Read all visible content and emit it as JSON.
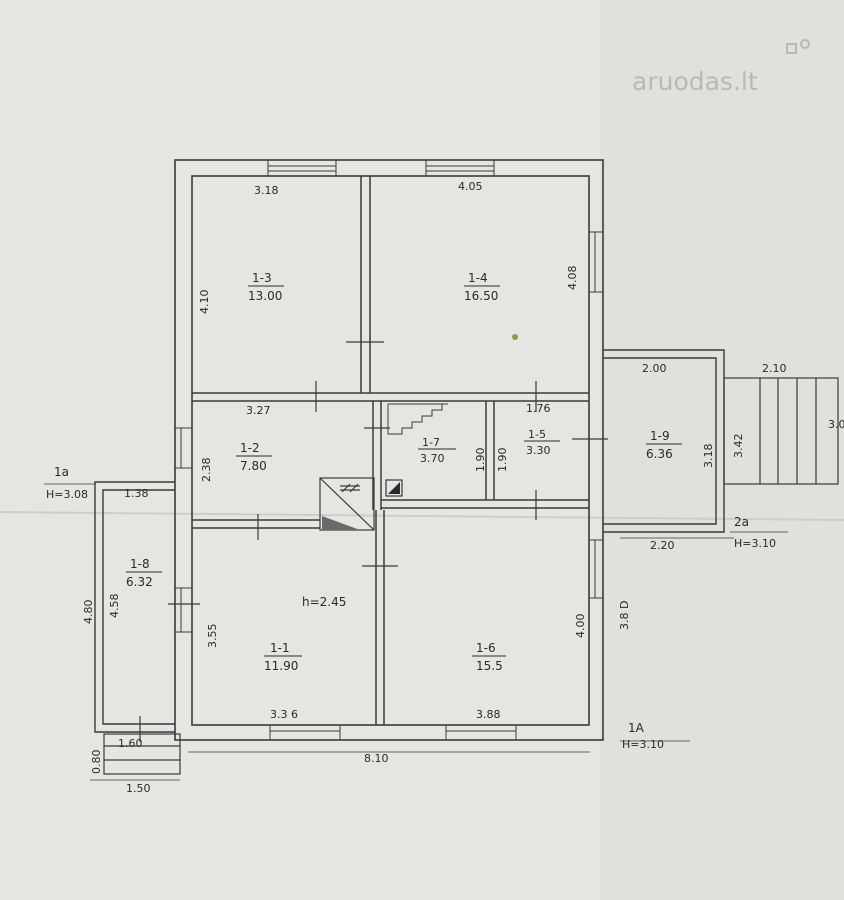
{
  "watermark": "aruodas.lt",
  "rooms": [
    {
      "id": "1-3",
      "area": "13.00"
    },
    {
      "id": "1-4",
      "area": "16.50"
    },
    {
      "id": "1-2",
      "area": "7.80"
    },
    {
      "id": "1-7",
      "area": "3.70"
    },
    {
      "id": "1-5",
      "area": "3.30"
    },
    {
      "id": "1-9",
      "area": "6.36"
    },
    {
      "id": "1-8",
      "area": "6.32"
    },
    {
      "id": "1-1",
      "area": "11.90"
    },
    {
      "id": "1-6",
      "area": "15.5"
    }
  ],
  "dimensions": {
    "d_318": "3.18",
    "d_405": "4.05",
    "d_410": "4.10",
    "d_408": "4.08",
    "d_327": "3.27",
    "d_176": "1.76",
    "d_238": "2.38",
    "d_190a": "1.90",
    "d_190b": "1.90",
    "d_200": "2.00",
    "d_210": "2.10",
    "d_318b": "3.18",
    "d_342": "3.42",
    "d_220": "2.20",
    "d_138": "1.38",
    "d_480": "4.80",
    "d_458": "4.58",
    "d_355": "3.55",
    "d_400": "4.00",
    "d_380": "3.8 D",
    "d_336": "3.3 6",
    "d_388": "3.88",
    "d_810": "8.10",
    "d_160": "1.60",
    "d_080": "0.80",
    "d_150": "1.50",
    "d_300": "3.0"
  },
  "notes": {
    "ceiling_height": "h=2.45",
    "ext_1a_left": "1a",
    "ext_1a_left_h": "H=3.08",
    "ext_2a": "2a",
    "ext_2a_h": "H=3.10",
    "ext_1a_bottom": "1A",
    "ext_1a_bottom_h": "H=3.10"
  }
}
